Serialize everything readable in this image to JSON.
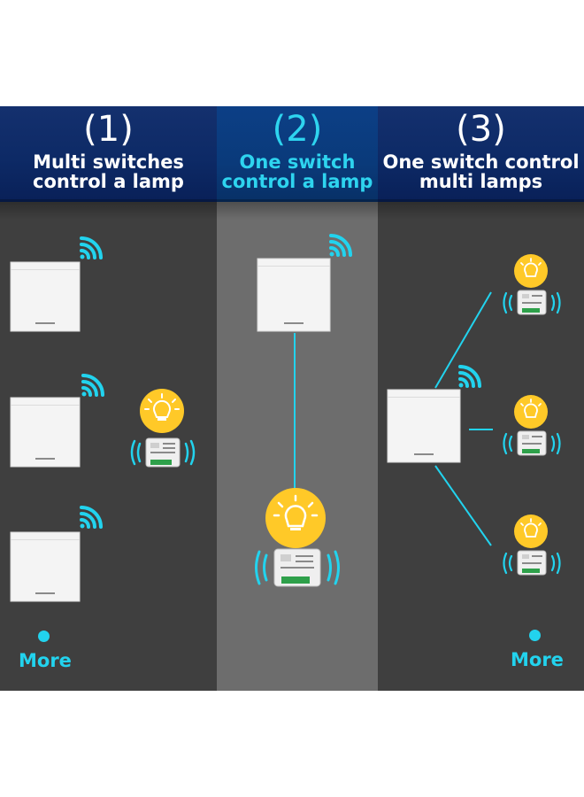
{
  "panels": [
    {
      "number": "(1)",
      "caption": "Multi switches\ncontrol a lamp",
      "more_label": "More"
    },
    {
      "number": "(2)",
      "caption": "One switch\ncontrol a lamp"
    },
    {
      "number": "(3)",
      "caption": "One switch control\nmulti lamps",
      "more_label": "More"
    }
  ],
  "colors": {
    "header_blue": "#0d2a66",
    "accent_cyan": "#22d3ee",
    "bulb_yellow": "#ffc928",
    "panel_dark": "#3f3f3f",
    "panel_mid": "#6d6d6d",
    "switch_white": "#f4f4f4"
  },
  "icons": {
    "wifi": "wifi-signal-icon",
    "bulb": "light-bulb-icon",
    "receiver": "relay-receiver-icon"
  }
}
